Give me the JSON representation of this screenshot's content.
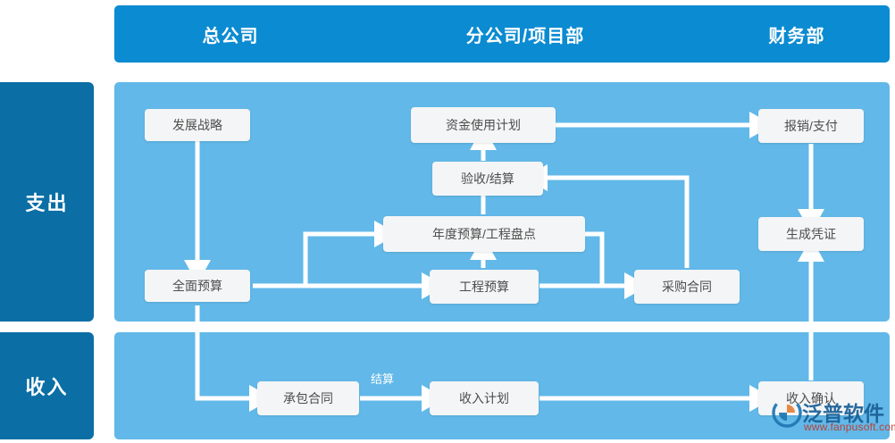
{
  "header": {
    "columns": [
      {
        "label": "总公司"
      },
      {
        "label": "分公司/项目部"
      },
      {
        "label": "财务部"
      }
    ]
  },
  "row_labels": [
    {
      "label": "支出"
    },
    {
      "label": "收入"
    }
  ],
  "nodes": [
    {
      "id": "fazhan",
      "label": "发展战略"
    },
    {
      "id": "quanmian",
      "label": "全面预算"
    },
    {
      "id": "zijin",
      "label": "资金使用计划"
    },
    {
      "id": "yanshou",
      "label": "验收/结算"
    },
    {
      "id": "niandu",
      "label": "年度预算/工程盘点"
    },
    {
      "id": "gongcheng",
      "label": "工程预算"
    },
    {
      "id": "caigou",
      "label": "采购合同"
    },
    {
      "id": "baoxiao",
      "label": "报销/支付"
    },
    {
      "id": "shengcheng",
      "label": "生成凭证"
    },
    {
      "id": "chengbao",
      "label": "承包合同"
    },
    {
      "id": "shouruji",
      "label": "收入计划"
    },
    {
      "id": "shouruqr",
      "label": "收入确认"
    }
  ],
  "edge_labels": [
    {
      "id": "jiesuan",
      "label": "结算"
    }
  ],
  "watermark": {
    "name": "泛普软件",
    "url": "www.fanpusoft.com"
  },
  "colors": {
    "header_blue": "#0b8bd1",
    "panel_blue": "#62b8e8",
    "label_blue": "#0b6ea5",
    "node_fill": "#f4f5f6",
    "node_text": "#4d4d4d",
    "arrow": "#ffffff"
  }
}
